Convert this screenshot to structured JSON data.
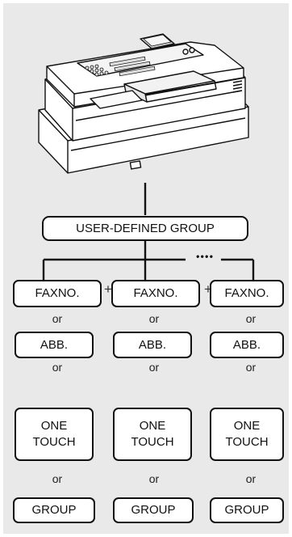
{
  "device": {
    "name": "fax-machine-illustration"
  },
  "main_group": {
    "label": "USER-DEFINED GROUP"
  },
  "ellipsis": "• • • •",
  "plus": "+",
  "columns": [
    {
      "fax": "FAXNO.",
      "or1": "or",
      "abb": "ABB.",
      "or2": "or",
      "one_touch_1": "ONE",
      "one_touch_2": "TOUCH",
      "or3": "or",
      "group": "GROUP"
    },
    {
      "fax": "FAXNO.",
      "or1": "or",
      "abb": "ABB.",
      "or2": "or",
      "one_touch_1": "ONE",
      "one_touch_2": "TOUCH",
      "or3": "or",
      "group": "GROUP"
    },
    {
      "fax": "FAXNO.",
      "or1": "or",
      "abb": "ABB.",
      "or2": "or",
      "one_touch_1": "ONE",
      "one_touch_2": "TOUCH",
      "or3": "or",
      "group": "GROUP"
    }
  ],
  "colors": {
    "background": "#e9e9e9",
    "box_fill": "#ffffff",
    "stroke": "#111111"
  }
}
